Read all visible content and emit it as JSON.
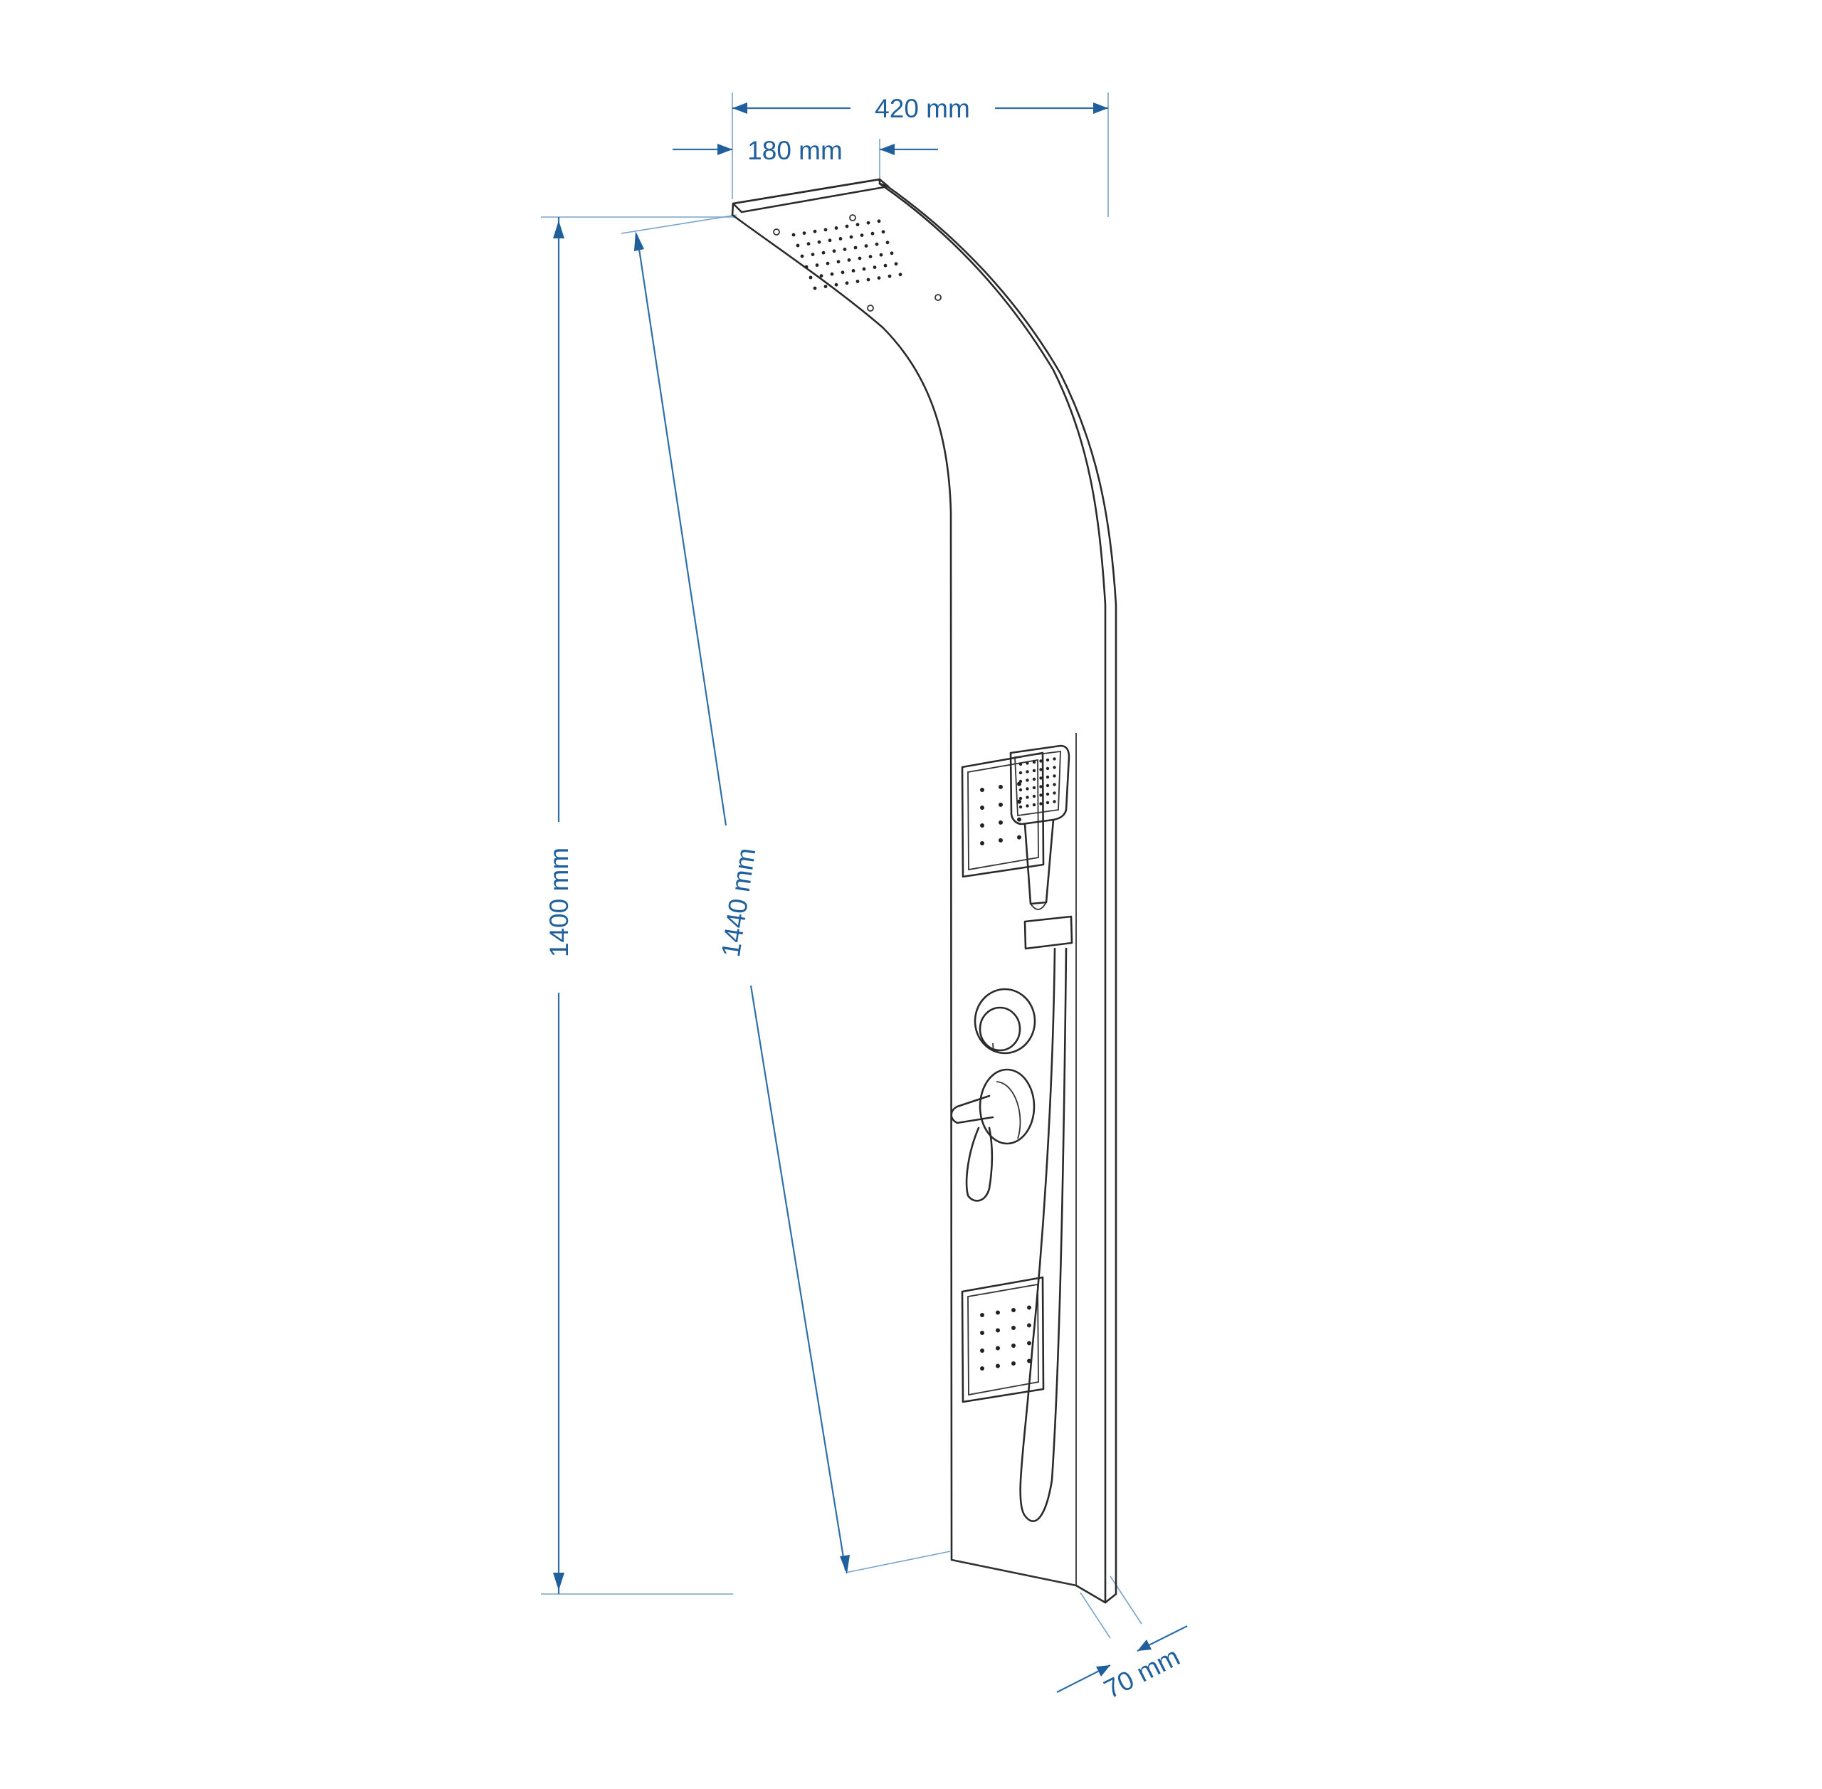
{
  "dimensions": {
    "width_top": "420 mm",
    "width_head": "180 mm",
    "height": "1400 mm",
    "length": "1440 mm",
    "depth": "70 mm"
  },
  "colors": {
    "dimension": "#1f5f9b",
    "outline": "#2a2a2a",
    "background": "#ffffff"
  }
}
